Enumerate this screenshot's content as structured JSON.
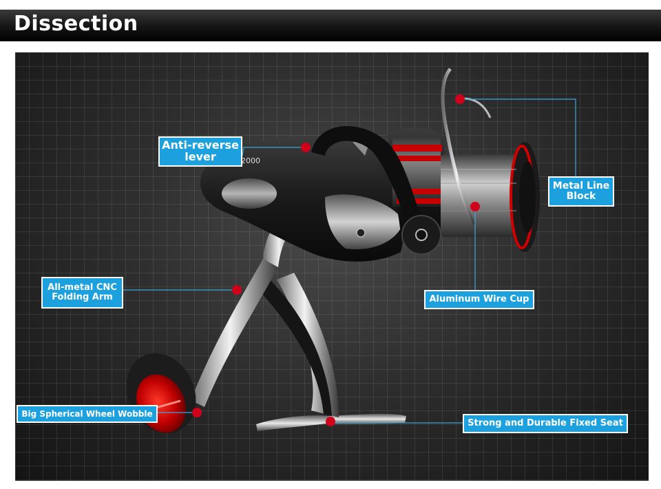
{
  "header": {
    "title": "Dissection"
  },
  "colors": {
    "callout_bg": "#1da1de",
    "callout_text": "#ffffff",
    "marker": "#d0021b",
    "leader_line": "#3aa8d8"
  },
  "diagram": {
    "subject": "spinning fishing reel",
    "reel_model_text": "2000",
    "callouts": [
      {
        "id": "anti-reverse-lever",
        "label": "Anti-reverse\nlever"
      },
      {
        "id": "metal-line-block",
        "label": "Metal Line\nBlock"
      },
      {
        "id": "all-metal-cnc-folding-arm",
        "label": "All-metal CNC\nFolding Arm"
      },
      {
        "id": "aluminum-wire-cup",
        "label": "Aluminum Wire Cup"
      },
      {
        "id": "big-spherical-wheel-wobble",
        "label": "Big Spherical Wheel Wobble"
      },
      {
        "id": "strong-durable-fixed-seat",
        "label": "Strong and Durable Fixed Seat"
      }
    ]
  }
}
